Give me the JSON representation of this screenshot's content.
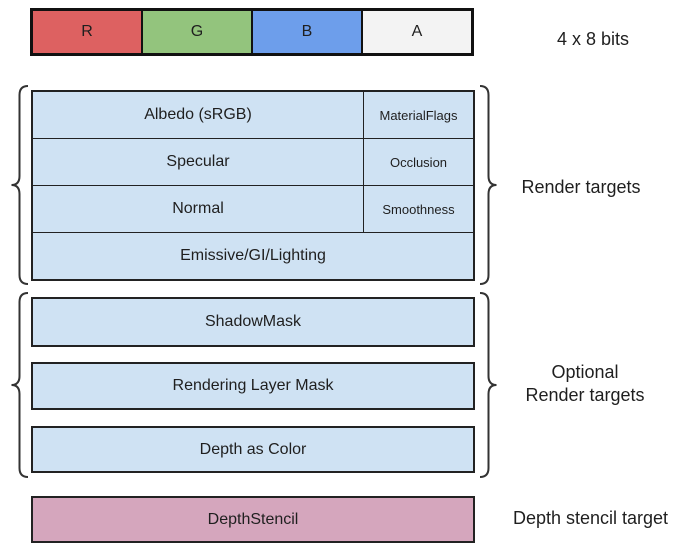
{
  "colors": {
    "channel_r": "#dd6161",
    "channel_g": "#93c47d",
    "channel_b": "#6d9eeb",
    "channel_a": "#f3f3f3",
    "target_fill": "#cfe2f3",
    "depth_fill": "#d5a6bd",
    "border": "#222222"
  },
  "channel_bar": {
    "cells": [
      {
        "label": "R",
        "color": "#dd6161"
      },
      {
        "label": "G",
        "color": "#93c47d"
      },
      {
        "label": "B",
        "color": "#6d9eeb"
      },
      {
        "label": "A",
        "color": "#f3f3f3"
      }
    ],
    "caption": "4 x 8 bits"
  },
  "render_targets": {
    "label": "Render targets",
    "rows": [
      {
        "main": "Albedo (sRGB)",
        "alpha": "MaterialFlags"
      },
      {
        "main": "Specular",
        "alpha": "Occlusion"
      },
      {
        "main": "Normal",
        "alpha": "Smoothness"
      },
      {
        "main": "Emissive/GI/Lighting"
      }
    ]
  },
  "optional_targets": {
    "label_line1": "Optional",
    "label_line2": "Render targets",
    "rows": [
      "ShadowMask",
      "Rendering Layer Mask",
      "Depth as Color"
    ]
  },
  "depth_stencil": {
    "box_label": "DepthStencil",
    "side_label": "Depth stencil target"
  }
}
